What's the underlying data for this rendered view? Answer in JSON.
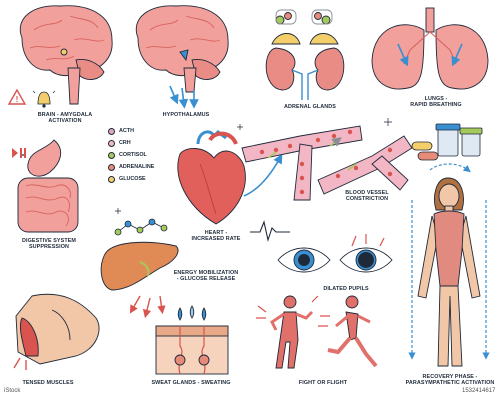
{
  "labels": {
    "brain": "BRAIN - AMYGDALA",
    "brain2": "ACTIVATION",
    "hypothalamus": "HYPOTHALAMUS",
    "adrenal": "ADRENAL GLANDS",
    "lungs": "LUNGS -",
    "lungs2": "RAPID BREATHING",
    "digestive": "DIGESTIVE SYSTEM",
    "digestive2": "SUPPRESSION",
    "heart": "HEART -",
    "heart2": "INCREASED RATE",
    "vessel": "BLOOD VESSEL",
    "vessel2": "CONSTRICTION",
    "energy": "ENERGY MOBILIZATION",
    "energy2": "- GLUCOSE RELEASE",
    "pupils": "DILATED PUPILS",
    "muscles": "TENSED MUSCLES",
    "sweat": "SWEAT GLANDS - SWEATING",
    "fight": "FIGHT OR FLIGHT",
    "recovery": "RECOVERY PHASE -",
    "recovery2": "PARASYMPATHETIC ACTIVATION"
  },
  "legend": [
    {
      "label": "ACTH",
      "color": "#e0a8c0"
    },
    {
      "label": "CRH",
      "color": "#f3b6c4"
    },
    {
      "label": "CORTISOL",
      "color": "#a6c95b"
    },
    {
      "label": "ADRENALINE",
      "color": "#e68b78"
    },
    {
      "label": "GLUCOSE",
      "color": "#f4ce6b"
    }
  ],
  "watermark": {
    "left": "iStock",
    "right": "1532414617"
  },
  "colors": {
    "brain": "#f2a09c",
    "brain_dark": "#d9625d",
    "blue": "#3a8fd0",
    "skin": "#f2c7a8",
    "muscle": "#d9534f",
    "outline": "#1e2a3a"
  }
}
